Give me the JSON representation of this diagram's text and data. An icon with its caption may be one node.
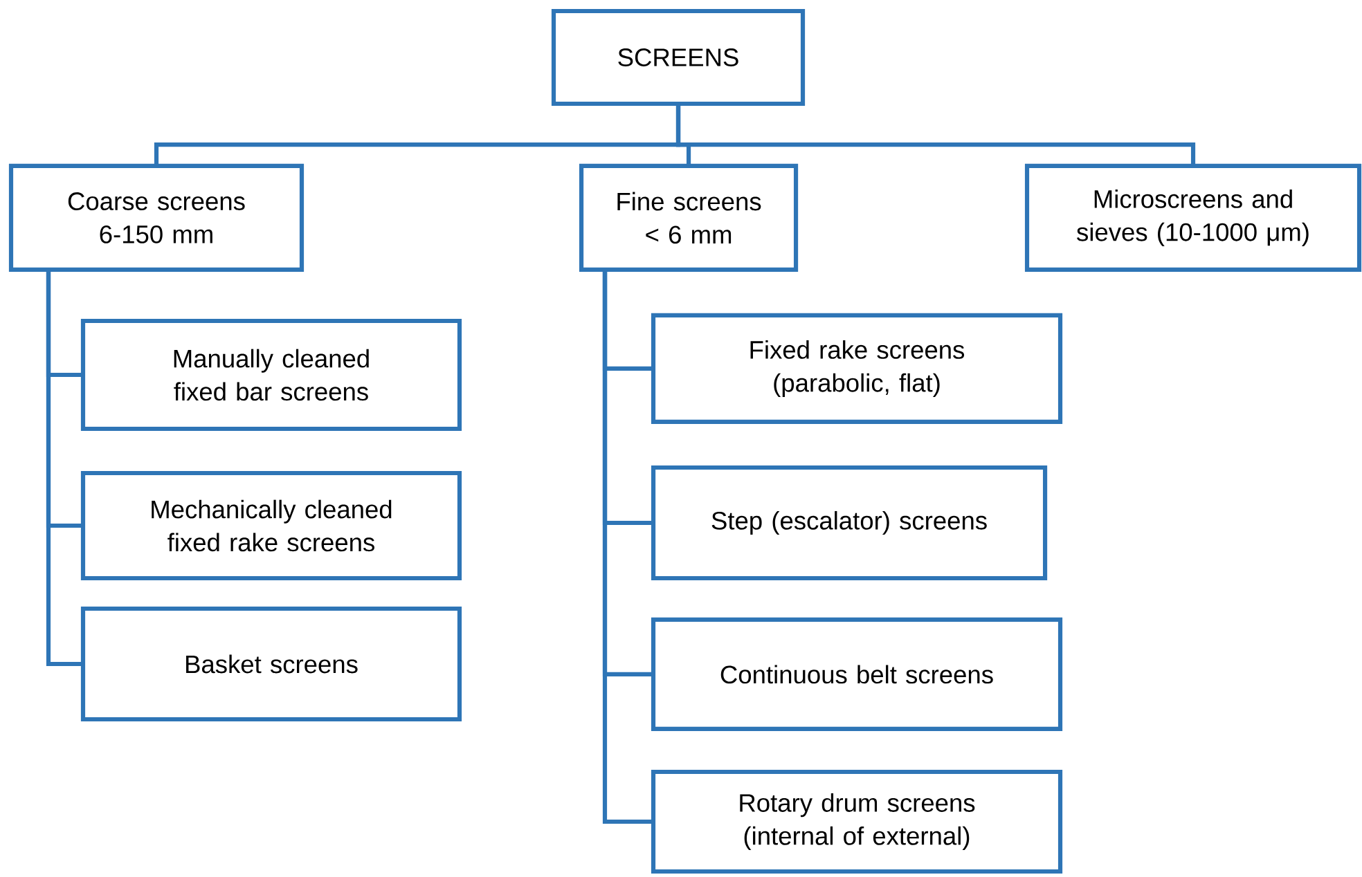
{
  "diagram": {
    "nodes": [
      {
        "text": [
          "SCREENS"
        ]
      },
      {
        "text": [
          "Coarse screens 6-150 mm"
        ]
      },
      {
        "text": [
          "Fine screens < 6 mm"
        ]
      },
      {
        "text": [
          "Microscreens and sieves (10-1000 μm)"
        ]
      },
      {
        "text": [
          "Manually cleaned fixed bar screens"
        ]
      },
      {
        "text": [
          "Mechanically cleaned fixed rake screens"
        ]
      },
      {
        "text": [
          "Basket screens"
        ]
      },
      {
        "text": [
          "Fixed rake screens (parabolic, flat)"
        ]
      },
      {
        "text": [
          "Step (escalator) screens"
        ]
      },
      {
        "text": [
          "Continuous belt screens"
        ]
      },
      {
        "text": [
          "Rotary drum screens (internal of external)"
        ]
      }
    ],
    "edges": [
      {
        "from": 0,
        "to": 1,
        "arrow": "none"
      },
      {
        "from": 0,
        "to": 2,
        "arrow": "none"
      },
      {
        "from": 0,
        "to": 3,
        "arrow": "none"
      },
      {
        "from": 1,
        "to": 4,
        "arrow": "none"
      },
      {
        "from": 1,
        "to": 5,
        "arrow": "none"
      },
      {
        "from": 1,
        "to": 6,
        "arrow": "none"
      },
      {
        "from": 2,
        "to": 7,
        "arrow": "none"
      },
      {
        "from": 2,
        "to": 8,
        "arrow": "none"
      },
      {
        "from": 2,
        "to": 9,
        "arrow": "none"
      },
      {
        "from": 2,
        "to": 10,
        "arrow": "none"
      }
    ]
  }
}
